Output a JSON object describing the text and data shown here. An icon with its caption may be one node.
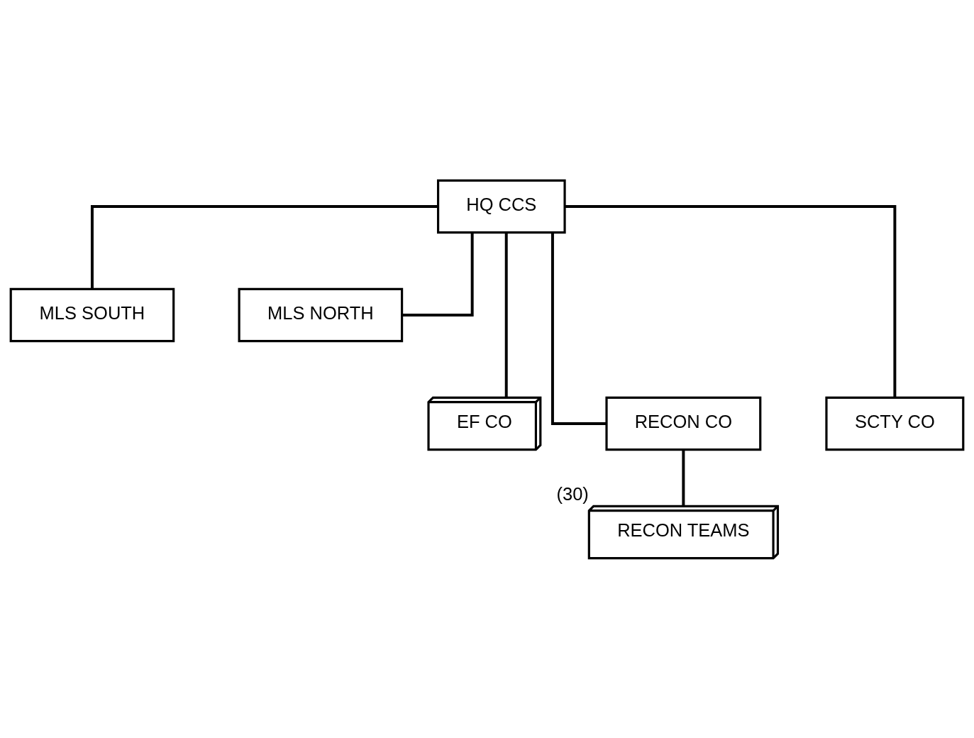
{
  "diagram": {
    "nodes": [
      {
        "text": [
          "HQ CCS"
        ]
      },
      {
        "text": [
          "MLS SOUTH"
        ]
      },
      {
        "text": [
          "MLS NORTH"
        ]
      },
      {
        "text": [
          "EF CO"
        ]
      },
      {
        "text": [
          "RECON CO"
        ]
      },
      {
        "text": [
          "SCTY CO"
        ]
      },
      {
        "text": [
          "RECON TEAMS"
        ],
        "beside": [
          "(30)"
        ]
      }
    ],
    "edges": [
      {
        "from": 0,
        "to": 1,
        "arrow": "none"
      },
      {
        "from": 0,
        "to": 2,
        "arrow": "none"
      },
      {
        "from": 0,
        "to": 3,
        "arrow": "none"
      },
      {
        "from": 0,
        "to": 4,
        "arrow": "none"
      },
      {
        "from": 0,
        "to": 5,
        "arrow": "none"
      },
      {
        "from": 4,
        "to": 6,
        "arrow": "none"
      }
    ]
  }
}
